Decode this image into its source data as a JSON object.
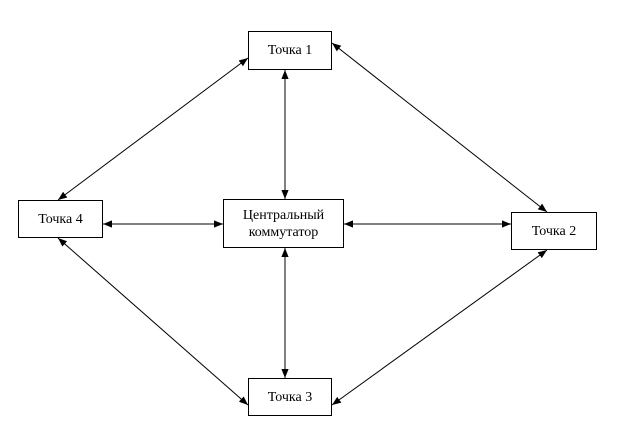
{
  "diagram": {
    "nodes": {
      "point1": "Точка 1",
      "point2": "Точка 2",
      "point3": "Точка 3",
      "point4": "Точка 4",
      "central_line1": "Центральный",
      "central_line2": "коммутатор"
    },
    "edges": [
      {
        "from": "point1",
        "to": "central",
        "directed": "both"
      },
      {
        "from": "point3",
        "to": "central",
        "directed": "both"
      },
      {
        "from": "point4",
        "to": "central",
        "directed": "both"
      },
      {
        "from": "point2",
        "to": "central",
        "directed": "both"
      },
      {
        "from": "point1",
        "to": "point4",
        "directed": "both"
      },
      {
        "from": "point1",
        "to": "point2",
        "directed": "both"
      },
      {
        "from": "point3",
        "to": "point4",
        "directed": "both"
      },
      {
        "from": "point3",
        "to": "point2",
        "directed": "both"
      }
    ],
    "colors": {
      "line": "#000000",
      "box_border": "#000000",
      "box_fill": "#ffffff",
      "text": "#000000"
    }
  }
}
